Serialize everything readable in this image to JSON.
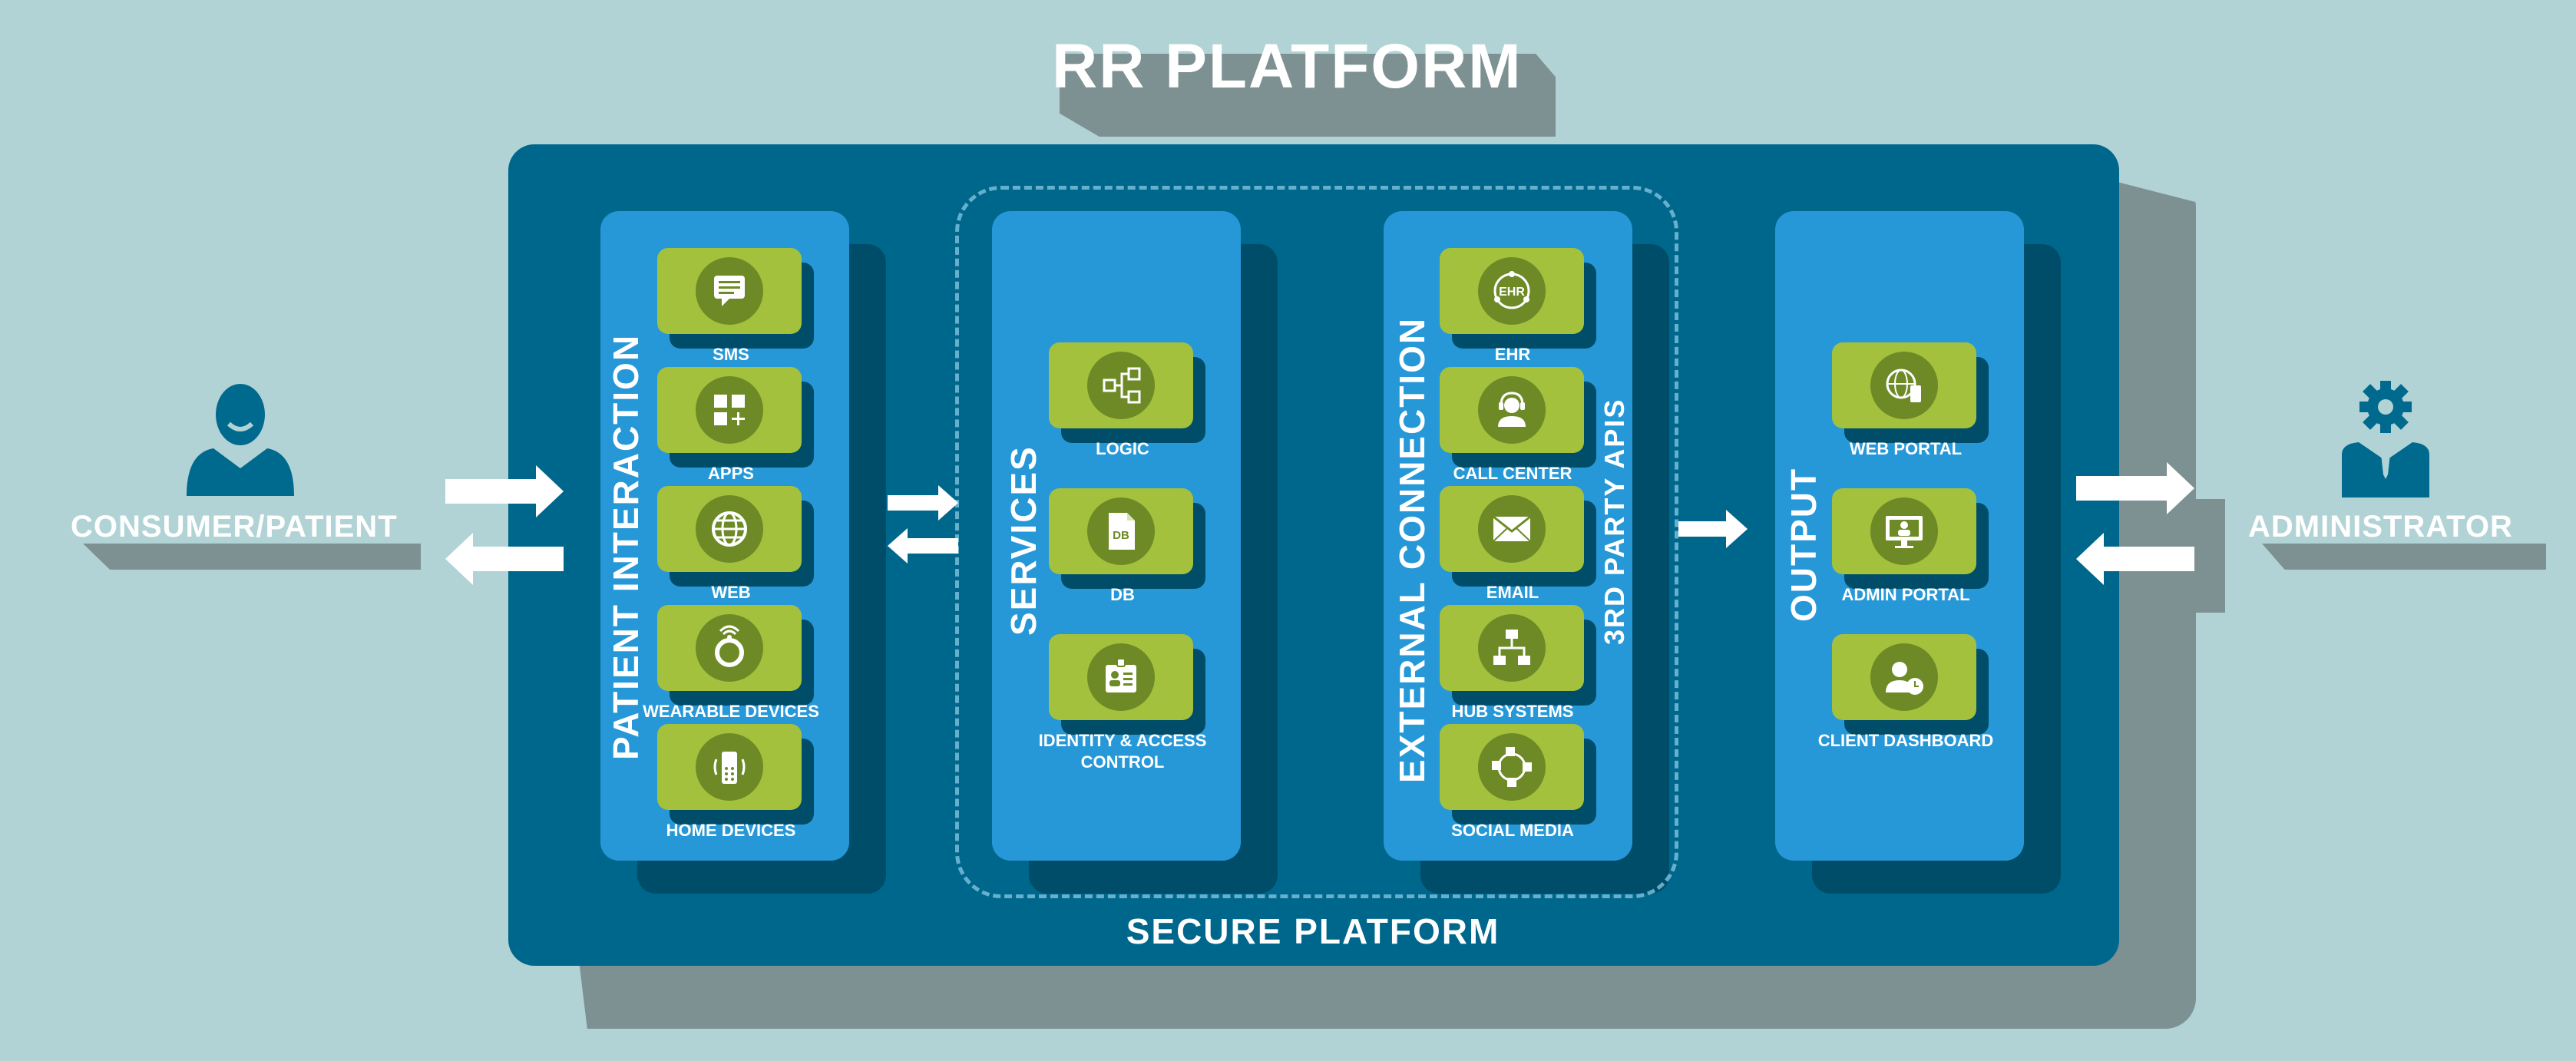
{
  "title": "RR PLATFORM",
  "secure_platform_label": "SECURE PLATFORM",
  "actors": {
    "consumer": {
      "label": "CONSUMER/PATIENT",
      "icon": "person-icon"
    },
    "administrator": {
      "label": "ADMINISTRATOR",
      "icon": "admin-gear-person-icon"
    }
  },
  "panels": {
    "patient_interaction": {
      "label": "PATIENT INTERACTION",
      "items": [
        {
          "label": "SMS",
          "icon": "sms-chat-icon"
        },
        {
          "label": "APPS",
          "icon": "apps-grid-icon"
        },
        {
          "label": "WEB",
          "icon": "globe-icon"
        },
        {
          "label": "WEARABLE DEVICES",
          "icon": "wearable-ring-icon"
        },
        {
          "label": "HOME DEVICES",
          "icon": "home-device-icon"
        }
      ]
    },
    "services": {
      "label": "SERVICES",
      "items": [
        {
          "label": "LOGIC",
          "icon": "logic-flow-icon"
        },
        {
          "label": "DB",
          "icon": "database-file-icon",
          "glyph": "DB"
        },
        {
          "label": "IDENTITY & ACCESS CONTROL",
          "icon": "id-badge-icon"
        }
      ]
    },
    "external_connection": {
      "label": "EXTERNAL CONNECTION",
      "side_label": "3RD PARTY APIS",
      "items": [
        {
          "label": "EHR",
          "icon": "ehr-icon",
          "glyph": "EHR"
        },
        {
          "label": "CALL CENTER",
          "icon": "headset-agent-icon"
        },
        {
          "label": "EMAIL",
          "icon": "envelope-icon"
        },
        {
          "label": "HUB SYSTEMS",
          "icon": "network-hub-icon"
        },
        {
          "label": "SOCIAL MEDIA",
          "icon": "social-media-icon"
        }
      ]
    },
    "output": {
      "label": "OUTPUT",
      "items": [
        {
          "label": "WEB PORTAL",
          "icon": "web-portal-icon"
        },
        {
          "label": "ADMIN PORTAL",
          "icon": "admin-portal-monitor-icon"
        },
        {
          "label": "CLIENT DASHBOARD",
          "icon": "client-dashboard-icon"
        }
      ]
    }
  },
  "colors": {
    "background": "#b1d3d5",
    "platform": "#00678c",
    "panel": "#2698d8",
    "tile": "#a3c13d",
    "icon_circle": "#6d8a26",
    "shadow": "#7d9092"
  }
}
